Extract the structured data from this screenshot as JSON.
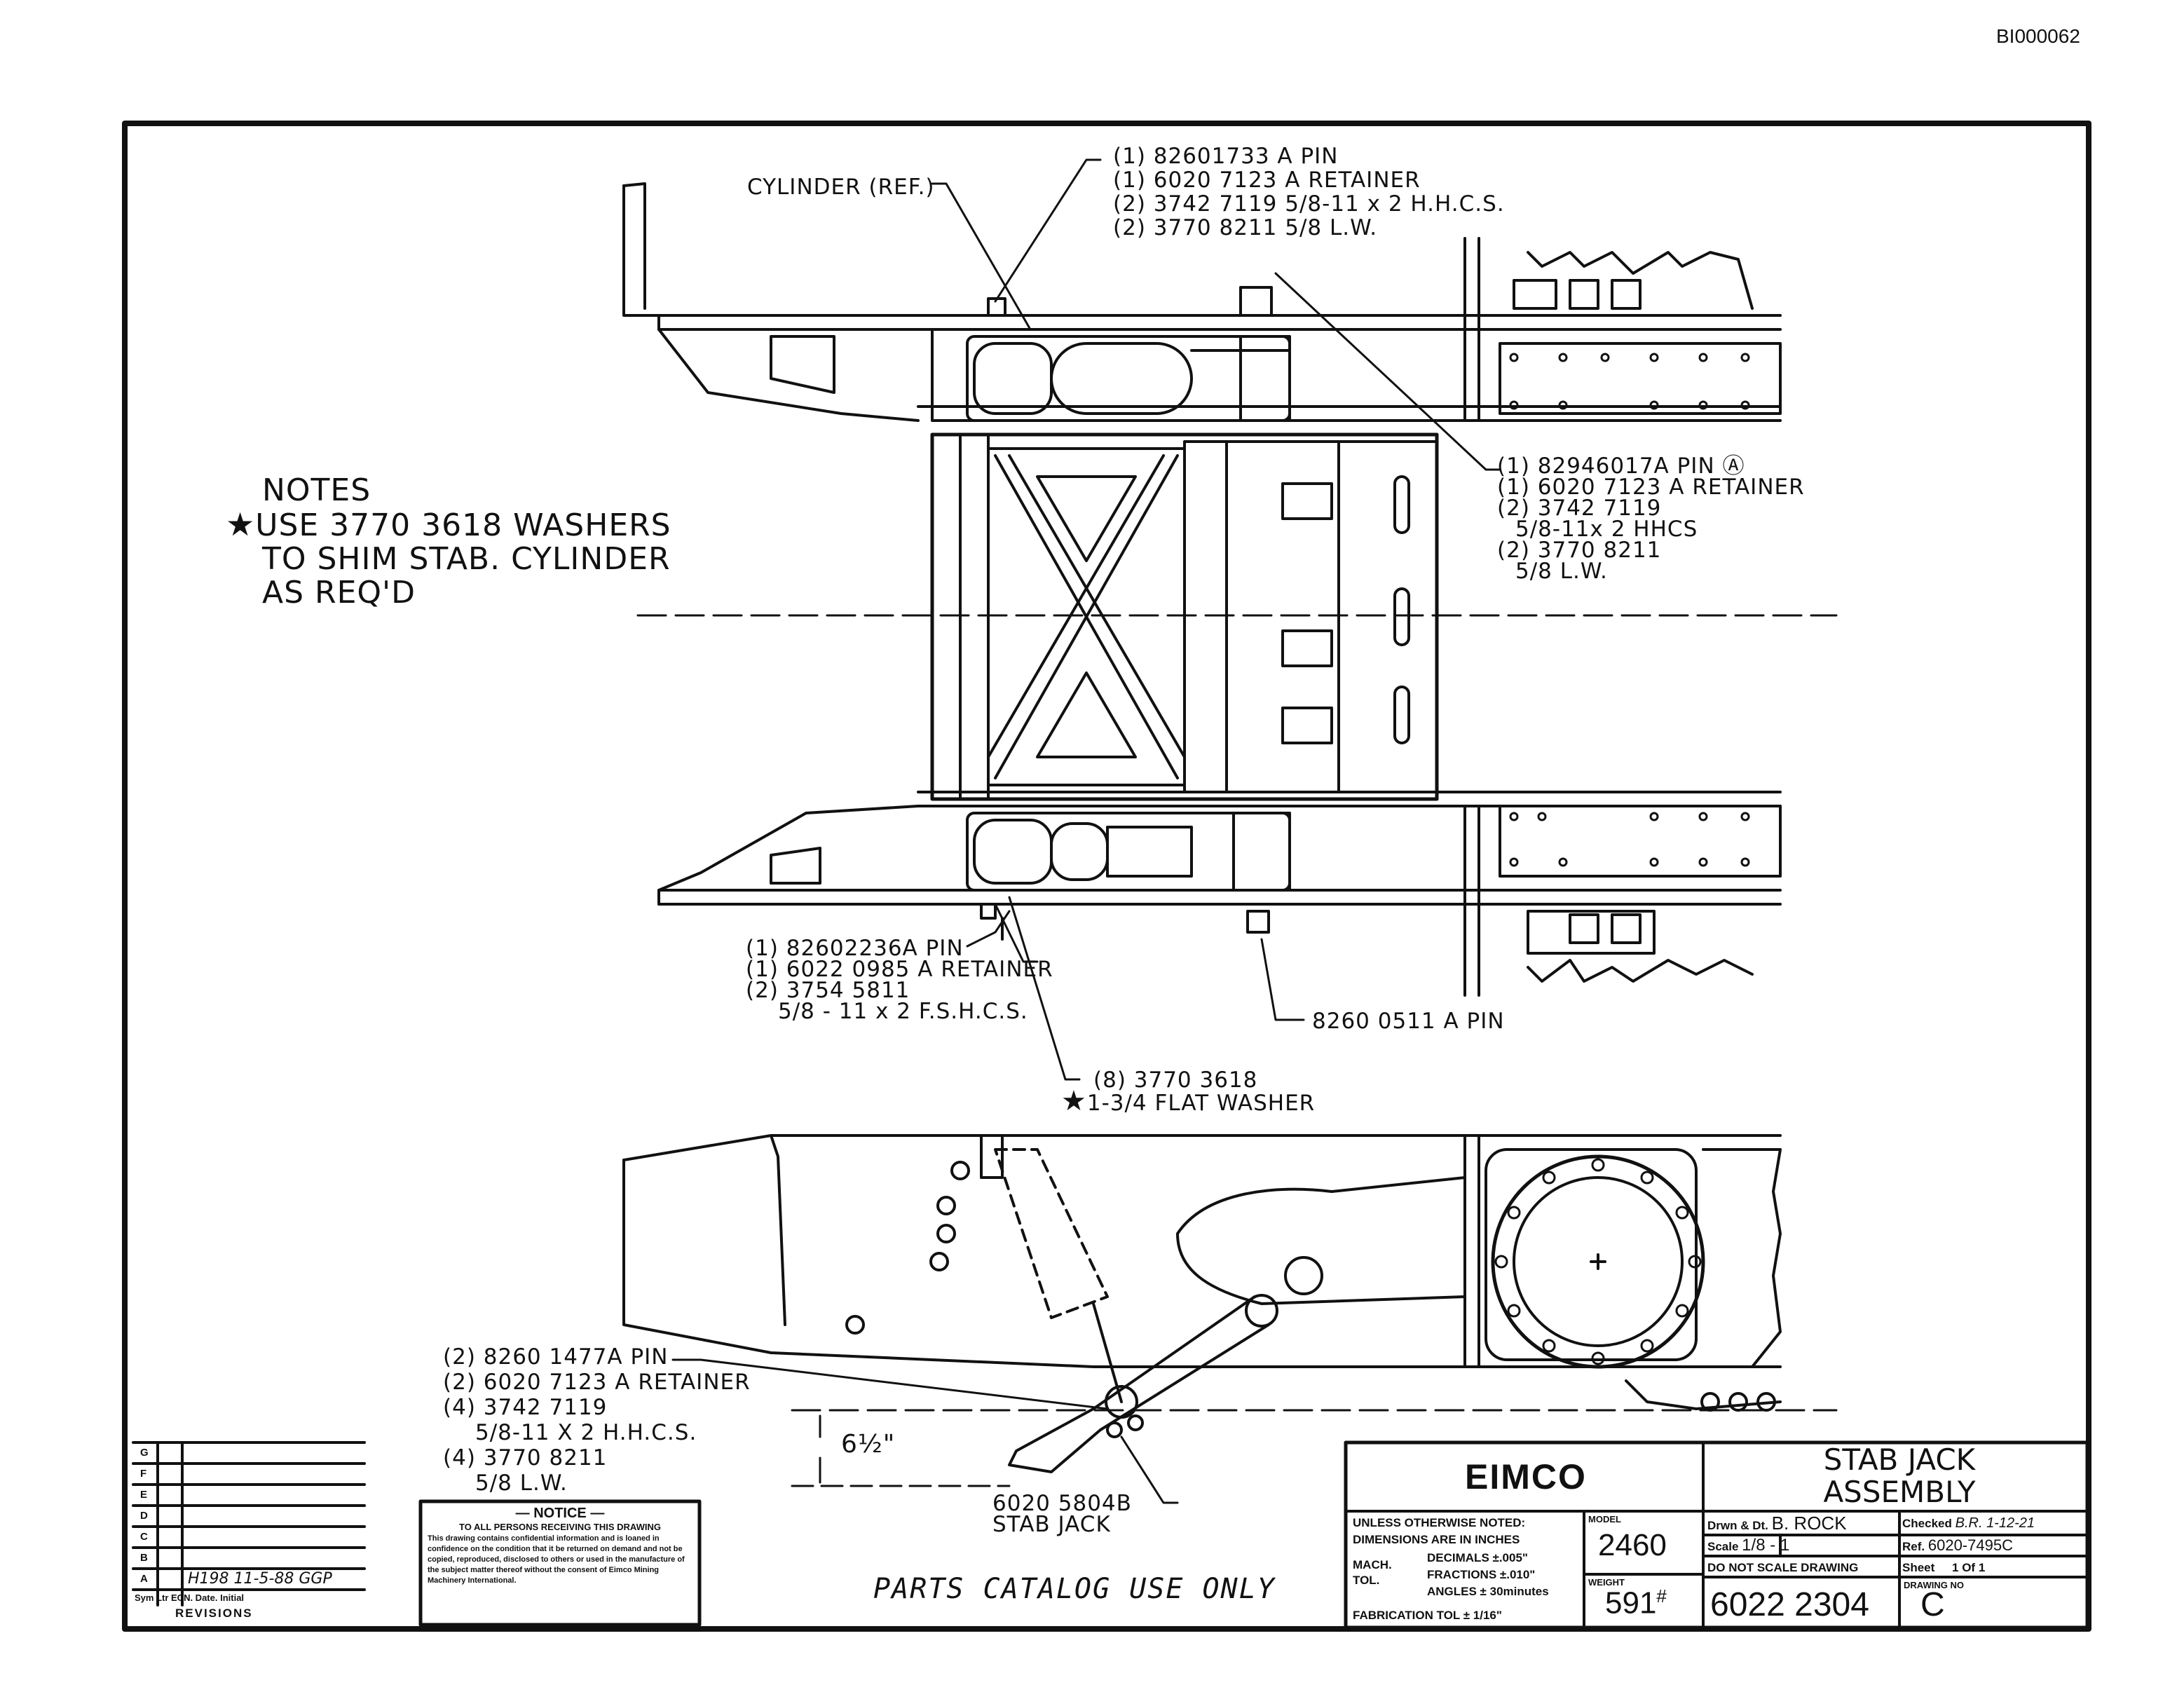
{
  "doc_id": "BI000062",
  "callouts": {
    "cylinder_ref": "CYLINDER (REF.)",
    "top_pin_group": [
      "(1) 82601733 A  PIN",
      "(1) 6020 7123 A  RETAINER",
      "(2) 3742 7119   5/8-11 x 2   H.H.C.S.",
      "(2) 3770  8211     5/8    L.W."
    ],
    "right_pin_group": [
      "(1) 82946017A  PIN",
      "(1) 6020  7123 A RETAINER",
      "(2) 3742  7119",
      "5/8-11x 2  HHCS",
      "(2)  3770  8211",
      "5/8  L.W."
    ],
    "right_pin_symbol": "Ⓐ",
    "lower_pin_group": [
      "(1) 82602236A  PIN",
      "(1) 6022 0985 A RETAINER",
      "(2) 3754 5811",
      "5/8 - 11 x 2  F.S.H.C.S."
    ],
    "pin_8260": "8260  0511  A  PIN",
    "washer_group": [
      "(8) 3770  3618",
      "1-3/4  FLAT WASHER"
    ],
    "jack_pin_group": [
      "(2) 8260  1477A  PIN",
      "(2) 6020  7123 A  RETAINER",
      "(4) 3742  7119",
      "5/8-11  X  2  H.H.C.S.",
      "(4) 3770  8211",
      "5/8  L.W."
    ],
    "stab_jack_part": [
      "6020 5804B",
      "STAB  JACK"
    ],
    "dimension": "6½\""
  },
  "notes": {
    "title": "NOTES",
    "star": "★",
    "lines": [
      "USE  3770  3618   WASHERS",
      "TO  SHIM   STAB. CYLINDER",
      "AS  REQ'D"
    ]
  },
  "revisions": {
    "letters": [
      "G",
      "F",
      "E",
      "D",
      "C",
      "B",
      "A"
    ],
    "entry_a": "H198   11-5-88  GGP",
    "footer_cols": "Sym  Ltr   ECN.  Date.  Initial",
    "footer_label": "REVISIONS"
  },
  "notice": {
    "title": "— NOTICE —",
    "heading": "TO ALL PERSONS RECEIVING THIS DRAWING",
    "body": "This drawing contains confidential information and is loaned in confidence on the condition that it be returned on demand and not be copied, reproduced, disclosed to others or used in the manufacture of the subject matter thereof without the consent of Eimco Mining Machinery International."
  },
  "parts_catalog": "PARTS  CATALOG  USE  ONLY",
  "title_block": {
    "company": "EIMCO",
    "unless_noted": "UNLESS OTHERWISE NOTED:",
    "dims_inches": "DIMENSIONS ARE IN INCHES",
    "mach_tol": "MACH.\nTOL.",
    "decimals": "DECIMALS ±.005\"",
    "fractions": "FRACTIONS ±.010\"",
    "angles": "ANGLES ± 30minutes",
    "fab_tol": "FABRICATION TOL  ± 1/16\"",
    "model_label": "MODEL",
    "model": "2460",
    "weight_label": "WEIGHT",
    "weight": "591",
    "weight_unit": "#",
    "title": "STAB  JACK\nASSEMBLY",
    "drawn_label": "Drwn & Dt.",
    "drawn": "B. ROCK",
    "checked_label": "Checked",
    "checked": "B.R.  1-12-21",
    "scale_label": "Scale",
    "scale": "1/8 - 1",
    "ref_label": "Ref.",
    "ref": "6020-7495C",
    "no_scale": "DO NOT SCALE DRAWING",
    "sheet_label": "Sheet",
    "sheet": "1  Of  1",
    "drawing_no_label": "DRAWING NO",
    "drawing_no": "6022 2304",
    "rev": "C"
  }
}
